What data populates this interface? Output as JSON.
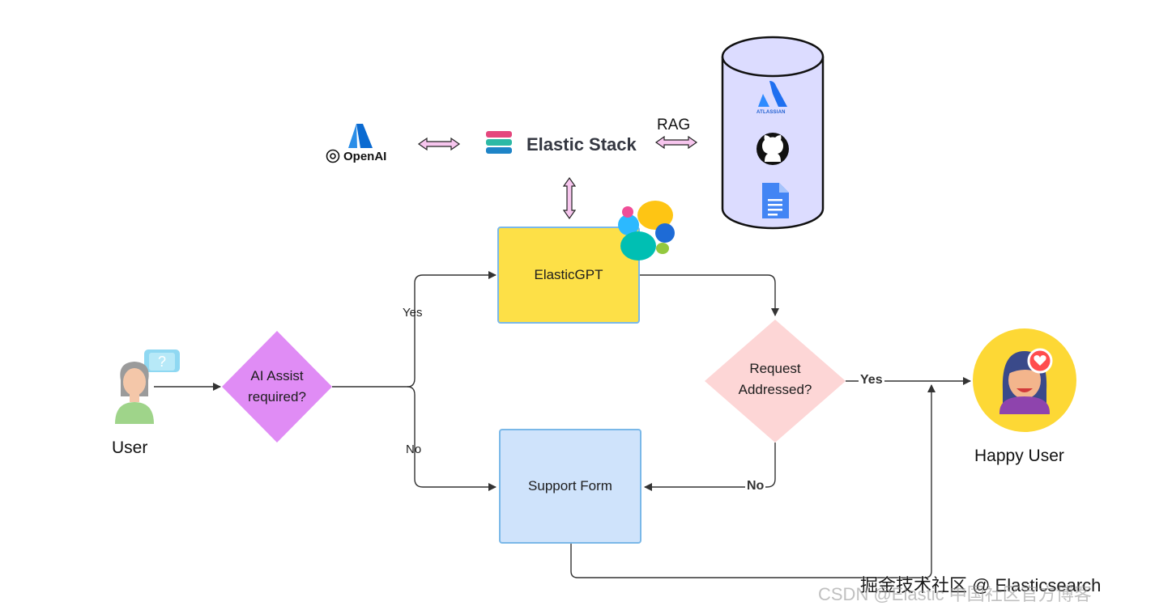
{
  "top": {
    "openai_label": "OpenAI",
    "elastic_stack_label": "Elastic Stack",
    "rag_label": "RAG"
  },
  "sources": {
    "atlassian_label": "ATLASSIAN",
    "icons": [
      "atlassian-icon",
      "github-icon",
      "google-docs-icon"
    ]
  },
  "nodes": {
    "user_label": "User",
    "decision_ai": "AI Assist\nrequired?",
    "elasticgpt": "ElasticGPT",
    "support_form": "Support Form",
    "decision_request": "Request\nAddressed?",
    "happy_user_label": "Happy User"
  },
  "edges": {
    "yes_1": "Yes",
    "no_1": "No",
    "yes_2": "Yes",
    "no_2": "No"
  },
  "watermark": {
    "line1": "掘金技术社区 @ Elasticsearch",
    "line2": "CSDN @Elastic 中国社区官方博客"
  },
  "colors": {
    "elasticgpt_fill": "#fde047",
    "support_fill": "#cfe3fb",
    "decision_ai_fill": "#e08cf5",
    "decision_request_fill": "#fdd6d6",
    "database_fill": "#dcdcff",
    "arrow_pink": "#f7c6ee"
  }
}
